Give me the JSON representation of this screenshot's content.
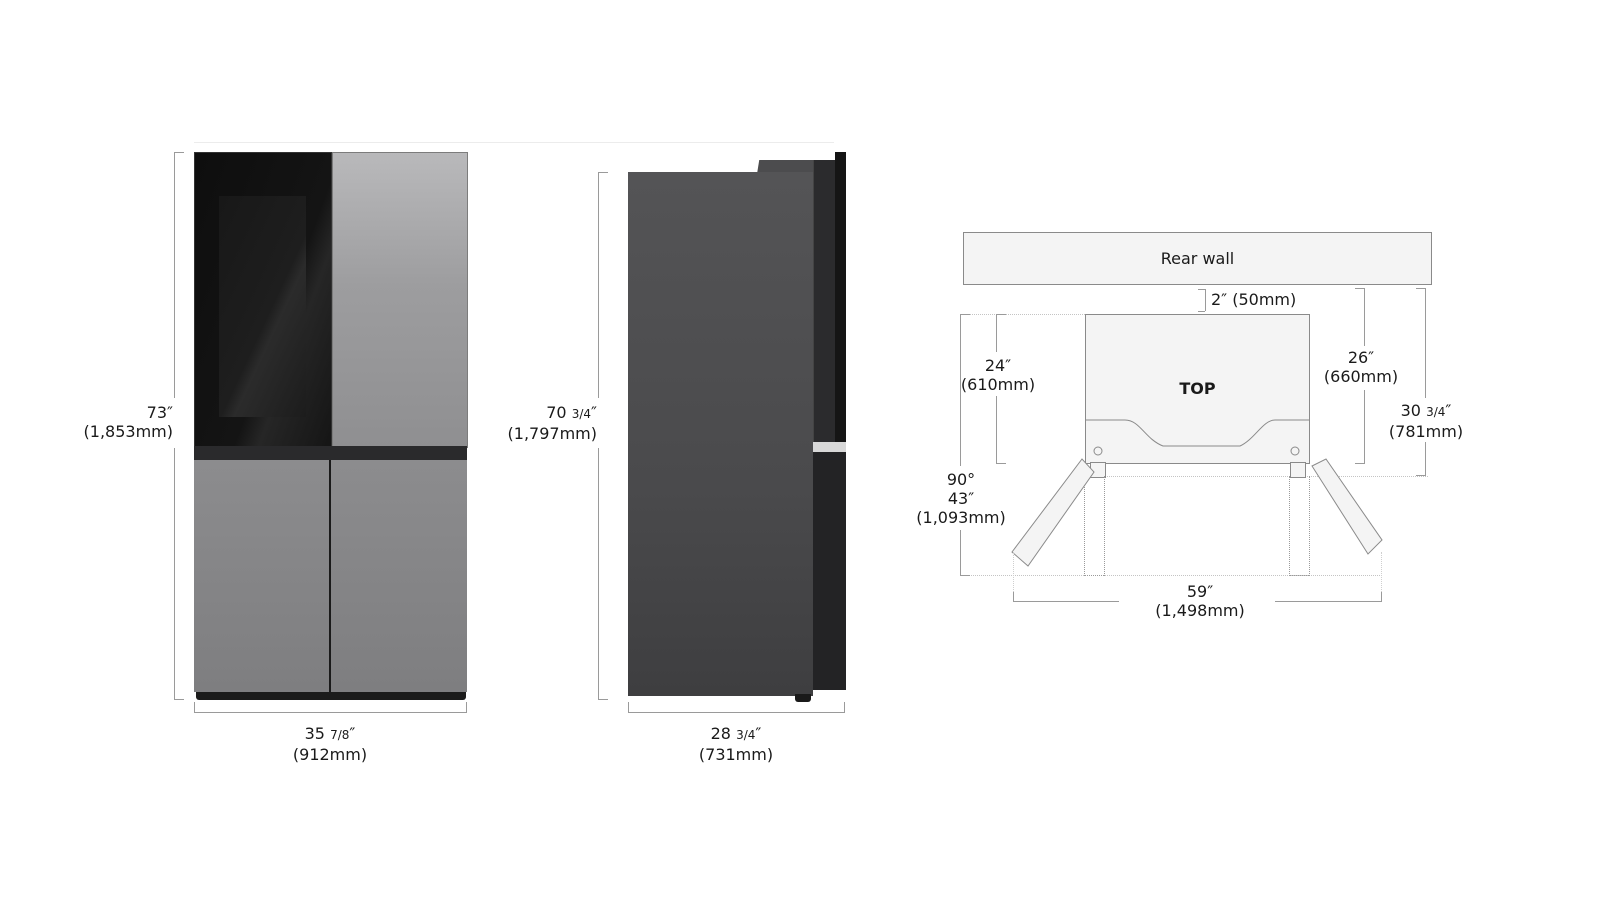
{
  "front_view": {
    "height_label": {
      "inches": "73″",
      "mm": "(1,853mm)"
    },
    "width_label": {
      "inches_whole": "35",
      "inches_frac": "7/8",
      "inches_suffix": "″",
      "mm": "(912mm)"
    }
  },
  "side_view": {
    "height_label": {
      "inches_whole": "70",
      "inches_frac": "3/4",
      "inches_suffix": "″",
      "mm": "(1,797mm)"
    },
    "depth_label": {
      "inches_whole": "28",
      "inches_frac": "3/4",
      "inches_suffix": "″",
      "mm": "(731mm)"
    }
  },
  "top_view": {
    "rear_wall_label": "Rear wall",
    "top_label": "TOP",
    "rear_clearance": "2″ (50mm)",
    "depth_body": {
      "inches": "24″",
      "mm": "(610mm)"
    },
    "depth_with_clearance": {
      "inches": "26″",
      "mm": "(660mm)"
    },
    "depth_with_handles": {
      "inches_whole": "30",
      "inches_frac": "3/4",
      "inches_suffix": "″",
      "mm": "(781mm)"
    },
    "door_open_depth": {
      "angle": "90°",
      "inches": "43″",
      "mm": "(1,093mm)"
    },
    "door_open_width": {
      "inches": "59″",
      "mm": "(1,498mm)"
    }
  },
  "colors": {
    "stainless": "#9d9d9f",
    "glass_black": "#141414",
    "charcoal_side": "#4a4a4c",
    "dimension_line": "#9a9a9a",
    "diagram_fill": "#f4f4f4"
  }
}
